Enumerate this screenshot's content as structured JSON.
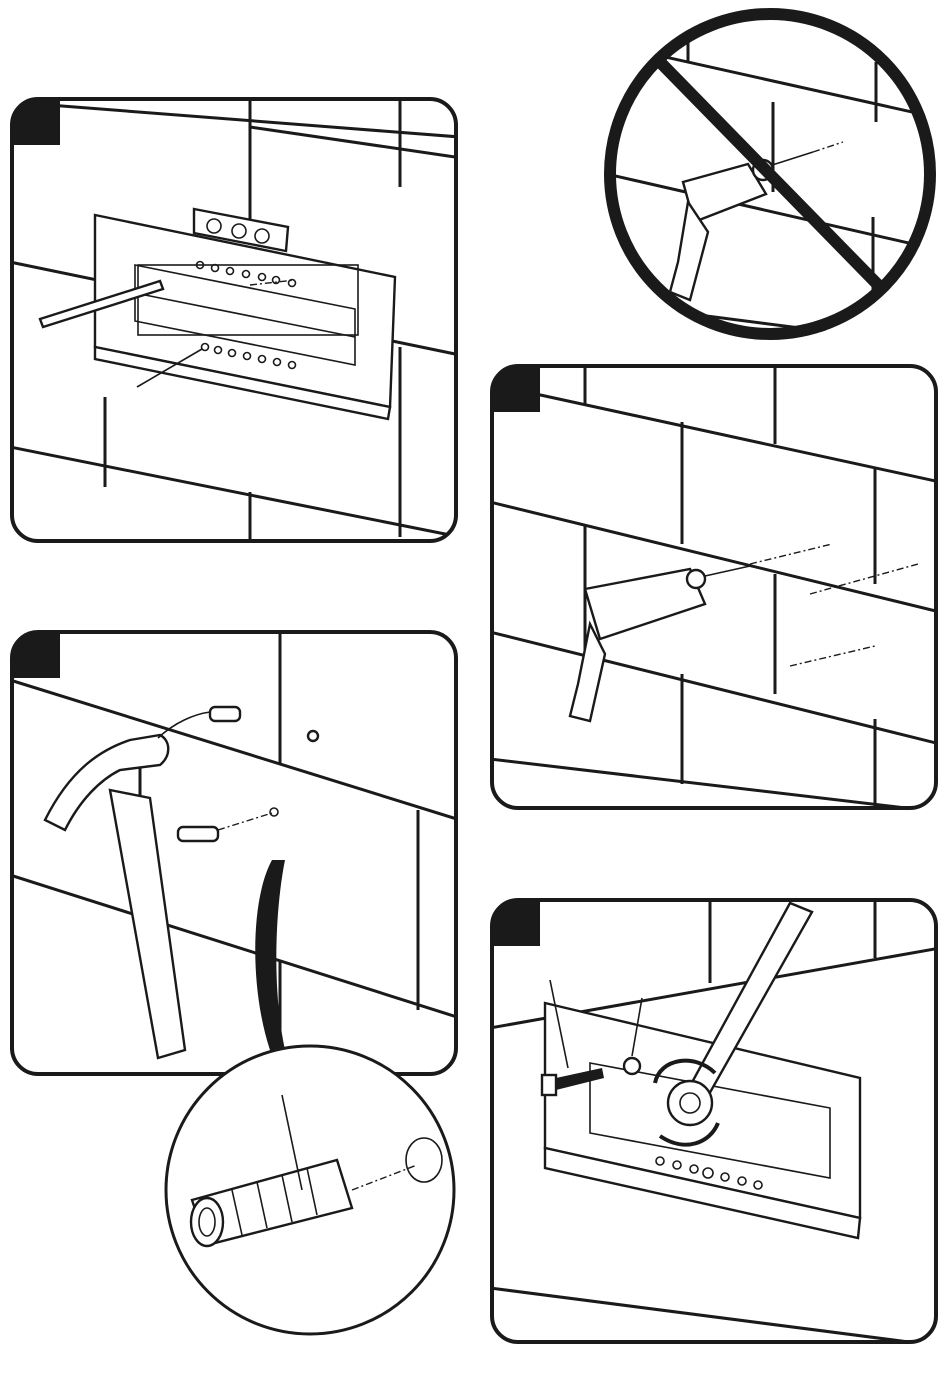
{
  "panels": [
    {
      "id": "level-and-mark",
      "corner_marker": ""
    },
    {
      "id": "drill-holes",
      "corner_marker": ""
    },
    {
      "id": "insert-anchors",
      "corner_marker": ""
    },
    {
      "id": "fasten-bracket",
      "corner_marker": ""
    }
  ],
  "warning": {
    "icon": "prohibited-hammer-drill-icon"
  },
  "colors": {
    "ink": "#1a1a1a",
    "paper": "#ffffff"
  },
  "icons": [
    "level-icon",
    "pencil-icon",
    "drill-icon",
    "hammer-icon",
    "wall-anchor-icon",
    "screw-icon",
    "washer-icon",
    "wrench-icon",
    "rotation-arrow-icon",
    "prohibition-sign-icon"
  ]
}
